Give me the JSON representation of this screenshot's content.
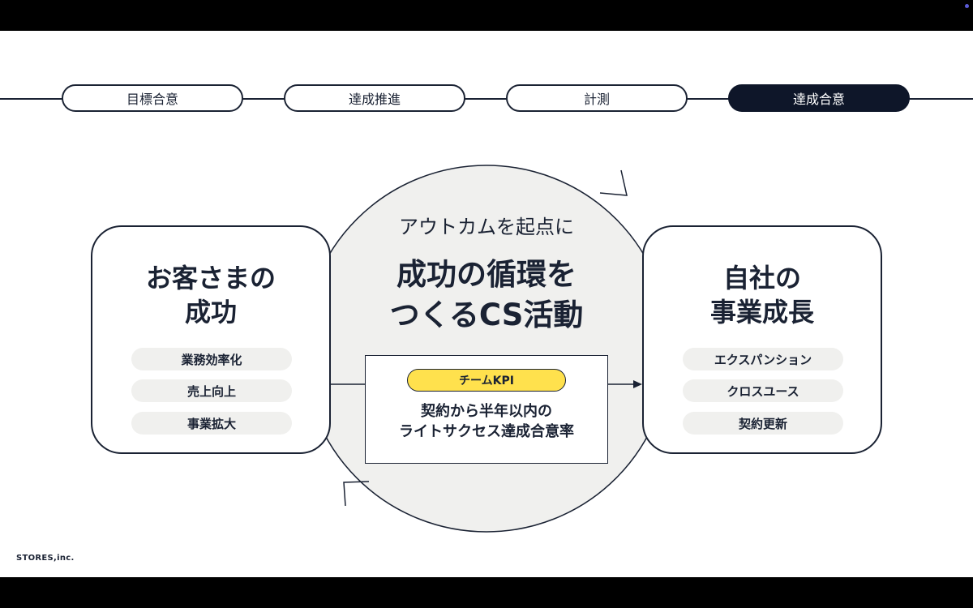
{
  "steps": [
    {
      "label": "目標合意",
      "active": false
    },
    {
      "label": "達成推進",
      "active": false
    },
    {
      "label": "計測",
      "active": false
    },
    {
      "label": "達成合意",
      "active": true
    }
  ],
  "left_box": {
    "title_line1": "お客さまの",
    "title_line2": "成功",
    "items": [
      "業務効率化",
      "売上向上",
      "事業拡大"
    ]
  },
  "center": {
    "subtitle": "アウトカムを起点に",
    "title_line1": "成功の循環を",
    "title_line2": "つくるCS活動",
    "kpi_badge": "チームKPI",
    "kpi_line1": "契約から半年以内の",
    "kpi_line2": "ライトサクセス達成合意率"
  },
  "right_box": {
    "title_line1": "自社の",
    "title_line2": "事業成長",
    "items": [
      "エクスパンション",
      "クロスユース",
      "契約更新"
    ]
  },
  "footer": {
    "logo": "STORES,inc."
  },
  "colors": {
    "navy": "#1a2233",
    "kpi_yellow": "#ffe14d",
    "circle_fill": "#f0f0ee"
  }
}
